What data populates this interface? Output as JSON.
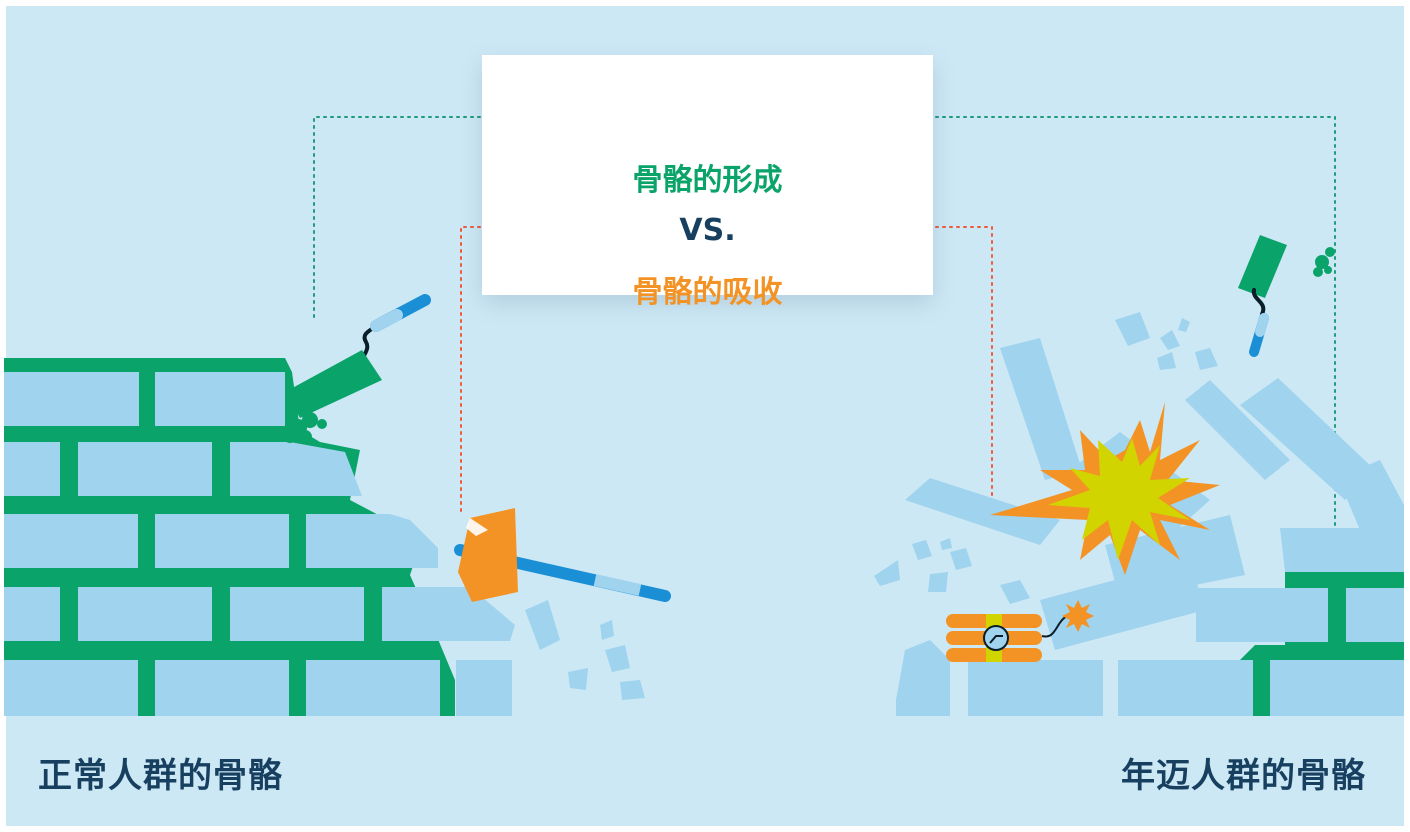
{
  "title": {
    "formation": "骨骼的形成",
    "vs": "VS.",
    "resorption": "骨骼的吸收"
  },
  "captions": {
    "left": "正常人群的骨骼",
    "right": "年迈人群的骨骼"
  },
  "colors": {
    "background": "#cde8f5",
    "brick": "#9fd3ee",
    "mortar": "#0aa36a",
    "formation_text": "#0aa36a",
    "resorption_text": "#f39325",
    "caption_text": "#173f5f",
    "explosion_outer": "#f39325",
    "explosion_inner": "#d2d400",
    "handle_blue": "#1a8fd6"
  },
  "icons": [
    "trowel-icon",
    "hammer-icon",
    "explosion-icon",
    "dynamite-icon",
    "brick-wall-icon",
    "rubble-icon"
  ]
}
